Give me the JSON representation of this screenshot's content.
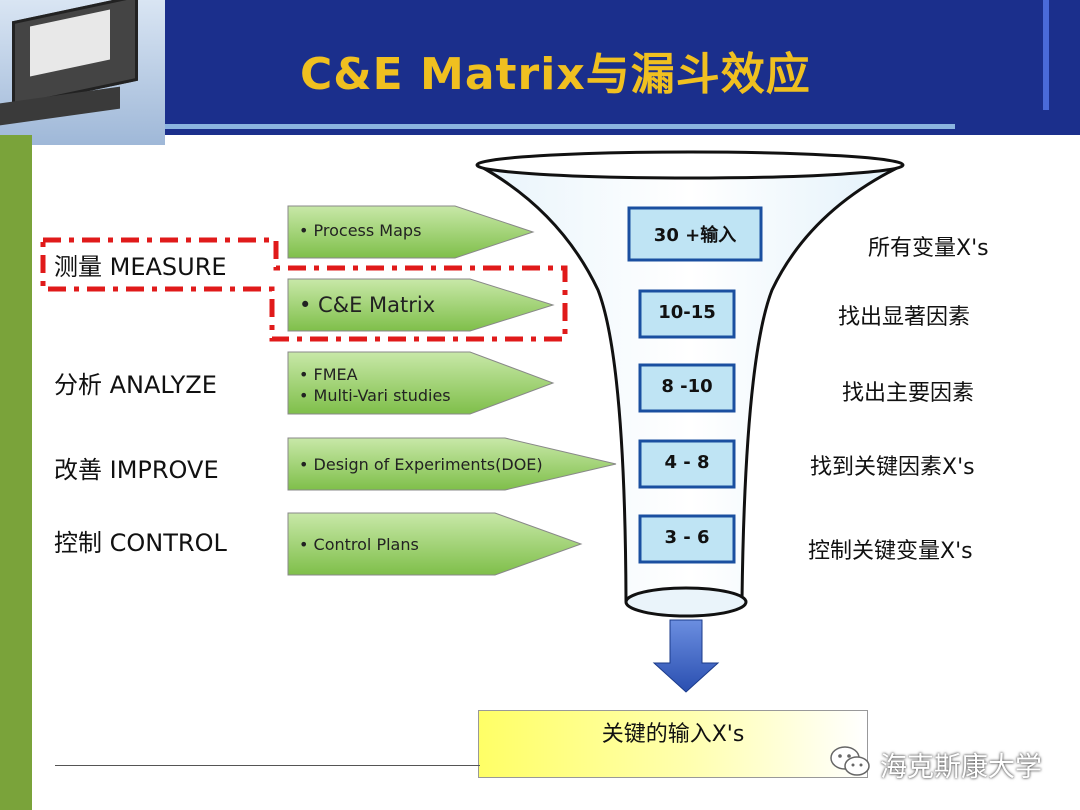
{
  "title": "C&E Matrix与漏斗效应",
  "phases": [
    {
      "label": "测量 MEASURE"
    },
    {
      "label": "分析 ANALYZE"
    },
    {
      "label": "改善 IMPROVE"
    },
    {
      "label": "控制 CONTROL"
    }
  ],
  "tools": {
    "process_maps": "• Process Maps",
    "ce_matrix": "• C&E Matrix",
    "fmea": "• FMEA",
    "multi_vari": "• Multi-Vari studies",
    "doe": "• Design of Experiments(DOE)",
    "control_plans": "• Control Plans"
  },
  "funnel_counts": [
    "30 +输入",
    "10-15",
    "8 -10",
    "4 - 8",
    "3 - 6"
  ],
  "descriptions": [
    "所有变量X's",
    "找出显著因素",
    "找出主要因素",
    "找到关键因素X's",
    "控制关键变量X's"
  ],
  "result": "关键的输入X's",
  "watermark": "海克斯康大学",
  "colors": {
    "header": "#1b2f8c",
    "title": "#f0c020",
    "left_bar": "#7aa33a",
    "highlight_dash": "#e01a1a",
    "tool_arrow": "#9bd06a",
    "count_box": "#bfe4f4",
    "count_border": "#1a4fa0",
    "arrow_down": "#4a72c8",
    "result_box": "#ffff66"
  },
  "icons": [
    "monitor-graphic",
    "down-arrow-icon",
    "wechat-icon"
  ]
}
